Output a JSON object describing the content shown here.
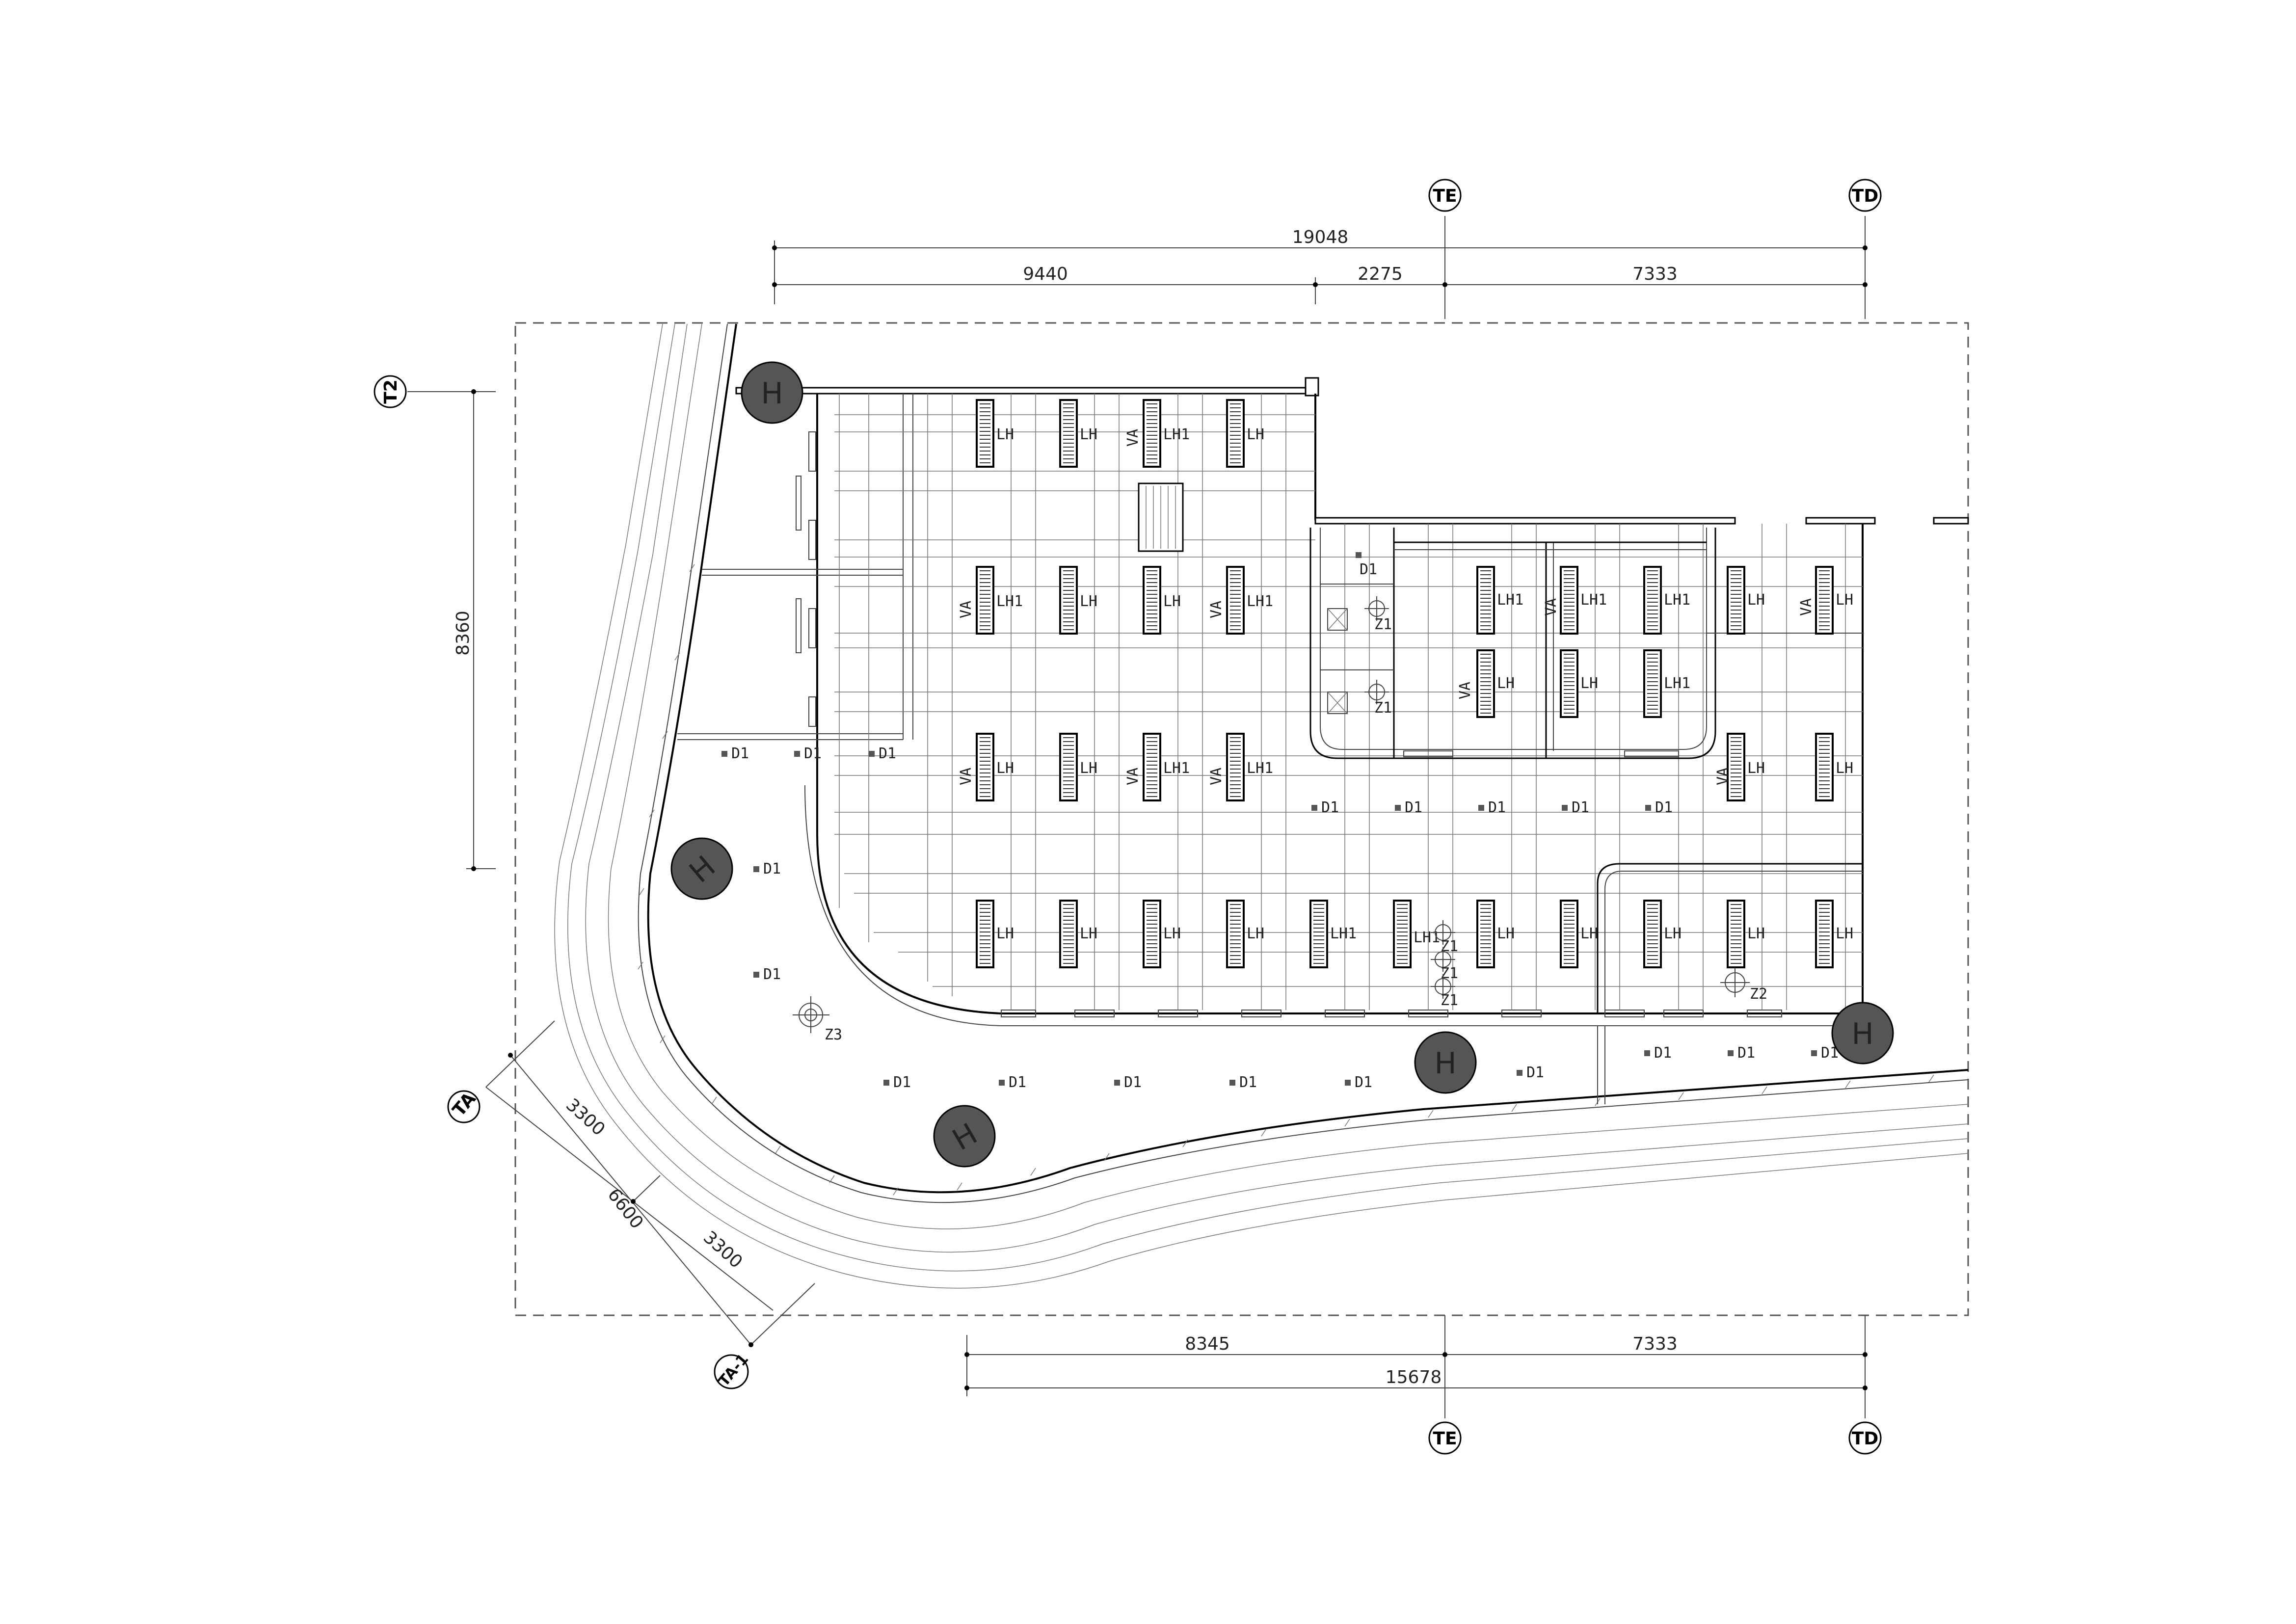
{
  "grid_bubbles": {
    "top_te": "TE",
    "top_td": "TD",
    "bottom_te": "TE",
    "bottom_td": "TD",
    "left_t2": "T2",
    "diag_ta": "TA",
    "diag_ta1": "TA-1"
  },
  "dimensions": {
    "top_total": "19048",
    "top_seg_a": "9440",
    "top_seg_b": "2275",
    "top_seg_c": "7333",
    "left_vertical": "8360",
    "bottom_seg_a": "8345",
    "bottom_seg_b": "7333",
    "bottom_total": "15678",
    "diag_seg_a": "3300",
    "diag_total": "6600",
    "diag_seg_b": "3300"
  },
  "tags": {
    "lh": "LH",
    "lh1": "LH1",
    "va": "VA",
    "d1": "D1",
    "z1": "Z1",
    "z2": "Z2",
    "z3": "Z3",
    "h": "H"
  }
}
